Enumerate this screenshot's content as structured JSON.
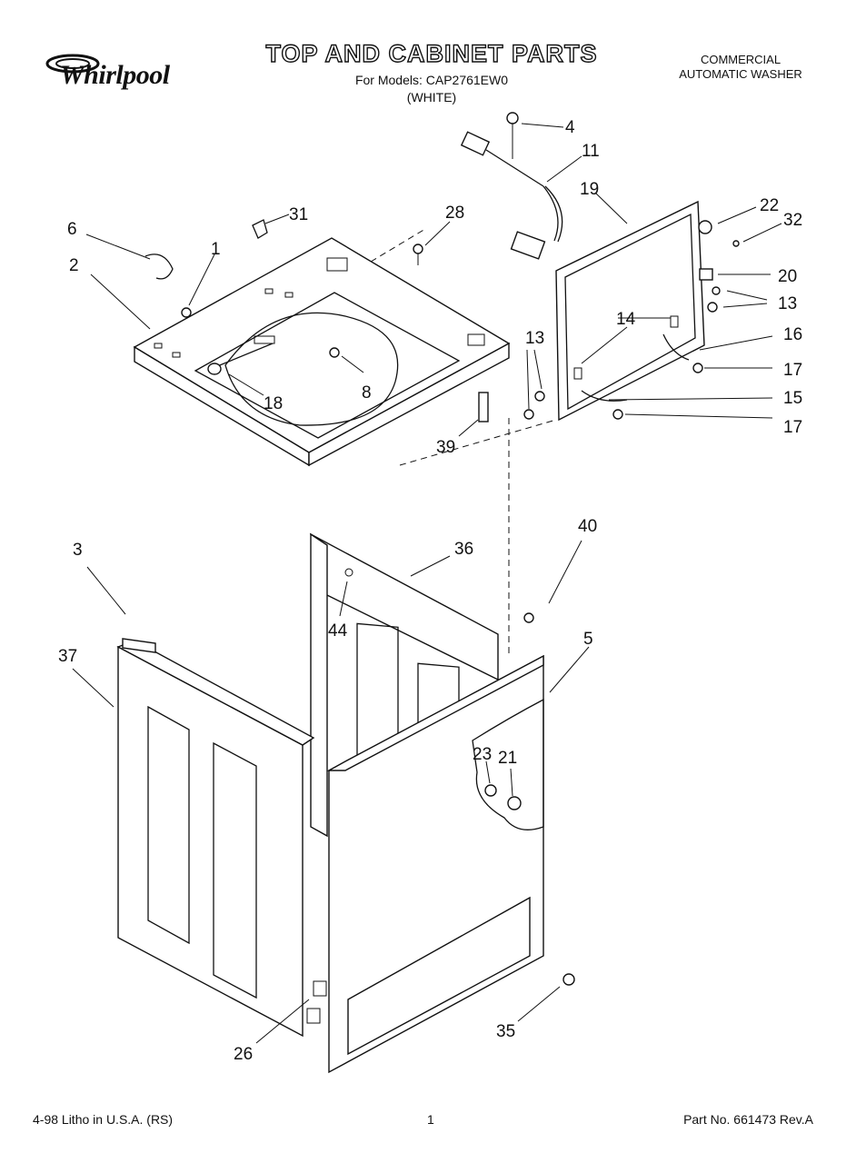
{
  "header": {
    "brand": "Whirlpool",
    "title": "TOP AND CABINET PARTS",
    "models": "For Models: CAP2761EW0",
    "color": "(WHITE)",
    "kind_line1": "COMMERCIAL",
    "kind_line2": "AUTOMATIC WASHER"
  },
  "footer": {
    "left": "4-98 Litho in U.S.A. (RS)",
    "center": "1",
    "right": "Part No. 661473 Rev.A"
  },
  "callouts": [
    "4",
    "11",
    "19",
    "22",
    "32",
    "31",
    "28",
    "6",
    "1",
    "2",
    "20",
    "13",
    "14",
    "16",
    "17",
    "15",
    "17",
    "13",
    "8",
    "18",
    "39",
    "40",
    "36",
    "3",
    "44",
    "37",
    "5",
    "23",
    "21",
    "35",
    "26"
  ]
}
